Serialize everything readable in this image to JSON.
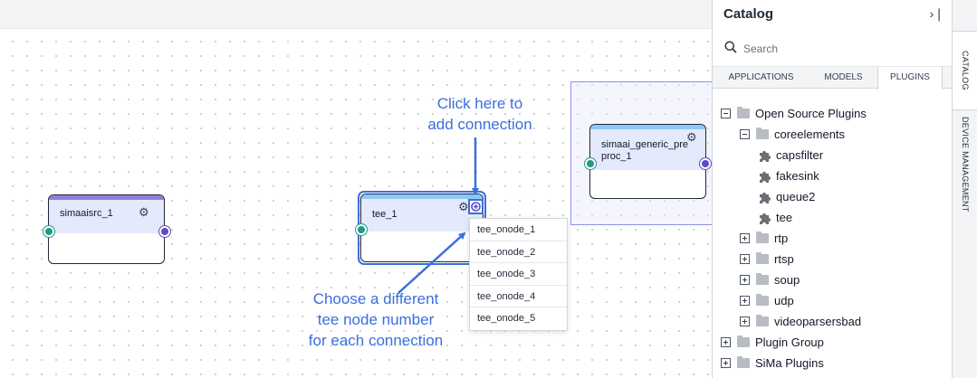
{
  "canvas": {
    "nodes": {
      "simaaisrc": {
        "title": "simaaisrc_1"
      },
      "tee": {
        "title": "tee_1"
      },
      "generic": {
        "title": "simaai_generic_pre proc_1"
      }
    },
    "dropdown": {
      "options": [
        "tee_onode_1",
        "tee_onode_2",
        "tee_onode_3",
        "tee_onode_4",
        "tee_onode_5"
      ]
    },
    "callouts": {
      "top": {
        "line1": "Click here to",
        "line2": "add connection"
      },
      "bottom": {
        "line1": "Choose a different",
        "line2": "tee node number",
        "line3": "for each connection"
      }
    }
  },
  "sidebar": {
    "title": "Catalog",
    "search": {
      "placeholder": "Search",
      "value": ""
    },
    "tabs": [
      "APPLICATIONS",
      "MODELS",
      "PLUGINS"
    ],
    "active_tab": "PLUGINS",
    "tree": [
      {
        "label": "Open Source Plugins",
        "expanded": true
      },
      {
        "label": "coreelements",
        "expanded": true
      },
      {
        "label": "capsfilter"
      },
      {
        "label": "fakesink"
      },
      {
        "label": "queue2"
      },
      {
        "label": "tee"
      },
      {
        "label": "rtp",
        "expanded": false
      },
      {
        "label": "rtsp",
        "expanded": false
      },
      {
        "label": "soup",
        "expanded": false
      },
      {
        "label": "udp",
        "expanded": false
      },
      {
        "label": "videoparsersbad",
        "expanded": false
      },
      {
        "label": "Plugin Group",
        "expanded": false
      },
      {
        "label": "SiMa Plugins",
        "expanded": false
      }
    ]
  },
  "right_tabs": [
    "CATALOG",
    "DEVICE MANAGEMENT"
  ],
  "colors": {
    "accent": "#3a6fde",
    "input_port": "#1e9c85",
    "output_port": "#5b4cc4",
    "header_fill": "#e4e9fb"
  }
}
